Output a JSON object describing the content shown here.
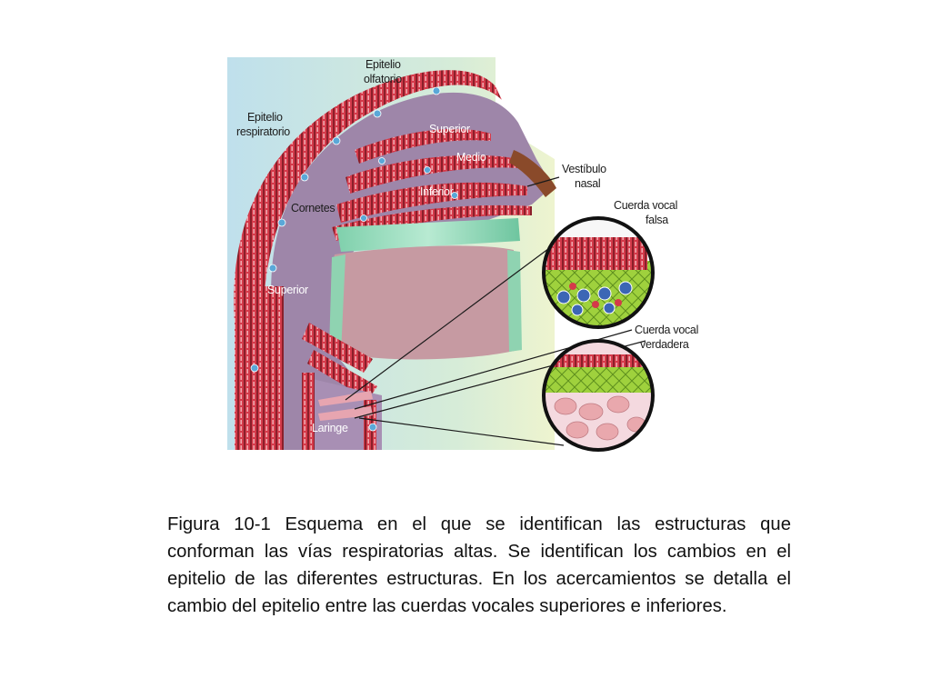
{
  "figure": {
    "labels": {
      "olfactory_line1": "Epitelio",
      "olfactory_line2": "olfatorio",
      "respiratory_line1": "Epitelio",
      "respiratory_line2": "respiratorio",
      "turbinate_superior": "Superior",
      "turbinate_middle": "Medio",
      "turbinate_inferior": "Inferior",
      "cornetes": "Cornetes",
      "vestibule_line1": "Vestíbulo",
      "vestibule_line2": "nasal",
      "false_cord_line1": "Cuerda vocal",
      "false_cord_line2": "falsa",
      "superior_pharynx": "Superior",
      "true_cord_line1": "Cuerda vocal",
      "true_cord_line2": "verdadera",
      "larynx": "Laringe"
    },
    "colors": {
      "background": "#c9e4ee",
      "airway": "#9e86a9",
      "epithelium": "#d43a4a",
      "tongue": "#c69aa2",
      "muscle": "#8fd3b1",
      "connective": "#9fd13d",
      "blood_cell": "#e9a8ad"
    }
  },
  "caption": "Figura 10-1 Esquema en el que se identifican las estructuras que conforman las vías respiratorias altas. Se identifican los cambios en el epitelio de las diferentes estructuras. En los acercamientos se detalla el cambio del epitelio entre las cuerdas vocales superiores e inferiores."
}
